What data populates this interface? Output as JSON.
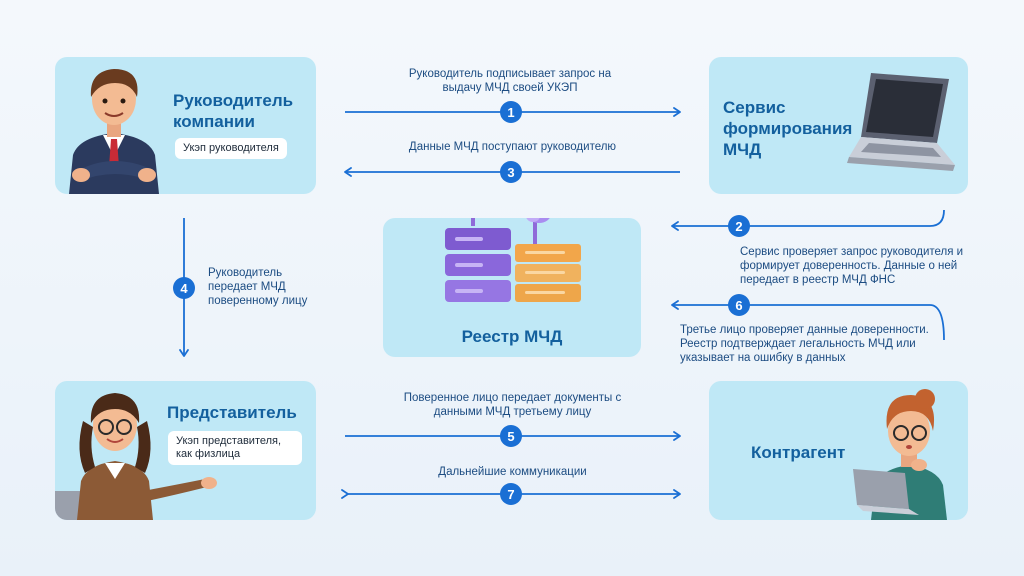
{
  "nodes": {
    "manager": {
      "title": "Руководитель компании",
      "pill": "Укэп руководителя"
    },
    "service": {
      "title": "Сервис формирования МЧД"
    },
    "registry": {
      "title": "Реестр МЧД"
    },
    "representative": {
      "title": "Представитель",
      "pill": "Укэп представителя, как физлица"
    },
    "counterparty": {
      "title": "Контрагент"
    }
  },
  "steps": [
    {
      "num": "1",
      "text": "Руководитель подписывает запрос на выдачу МЧД своей УКЭП"
    },
    {
      "num": "2",
      "text": "Сервис проверяет запрос руководителя и формирует доверенность. Данные о ней передает в реестр МЧД ФНС"
    },
    {
      "num": "3",
      "text": "Данные МЧД поступают руководителю"
    },
    {
      "num": "4",
      "text": "Руководитель передает МЧД поверенному лицу"
    },
    {
      "num": "5",
      "text": "Поверенное лицо передает документы с данными МЧД третьему лицу"
    },
    {
      "num": "6",
      "text": "Третье лицо проверяет данные доверенности. Реестр подтверждает легальность МЧД или указывает на ошибку в данных"
    },
    {
      "num": "7",
      "text": "Дальнейшие коммуникации"
    }
  ],
  "colors": {
    "accent": "#1a6fd4",
    "card": "#bfe8f6",
    "title": "#13609e"
  },
  "icons": [
    "businessman-icon",
    "laptop-icon",
    "server-database-icon",
    "woman-representative-icon",
    "woman-counterparty-icon"
  ]
}
